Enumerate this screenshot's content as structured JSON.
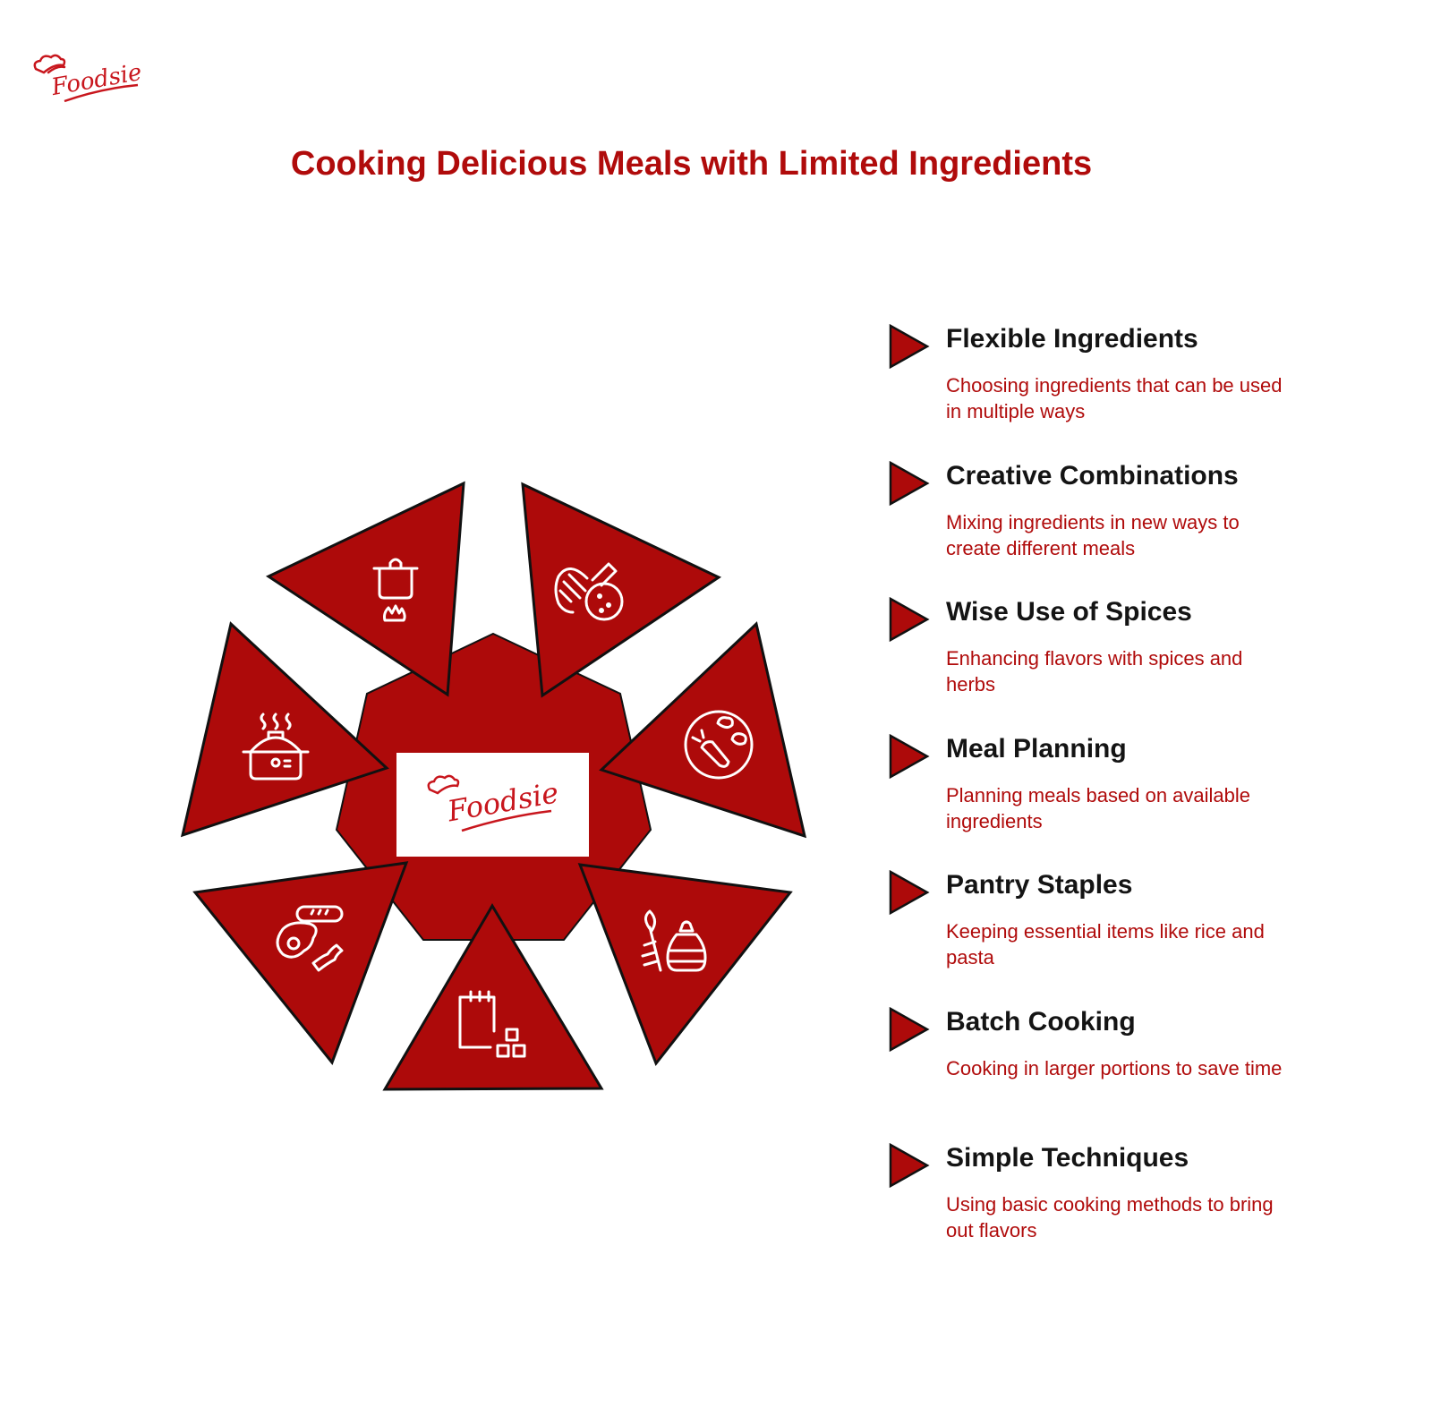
{
  "brand": {
    "name": "Foodsie",
    "color": "#b00b0b"
  },
  "title": "Cooking Delicious Meals with Limited Ingredients",
  "colors": {
    "accent": "#ad0a0a",
    "heading": "#141414",
    "description": "#b00b0b"
  },
  "segments": [
    {
      "icon": "pot-on-flame-icon"
    },
    {
      "icon": "meat-and-cookie-icon"
    },
    {
      "icon": "vegetable-plate-icon"
    },
    {
      "icon": "herbs-and-spice-jar-icon"
    },
    {
      "icon": "calendar-blocks-icon"
    },
    {
      "icon": "breakfast-egg-bacon-bread-icon"
    },
    {
      "icon": "steaming-rice-cooker-icon"
    }
  ],
  "items": [
    {
      "heading": "Flexible Ingredients",
      "description": "Choosing ingredients that can be used in multiple ways"
    },
    {
      "heading": "Creative Combinations",
      "description": "Mixing ingredients in new ways to create different meals"
    },
    {
      "heading": "Wise Use of Spices",
      "description": "Enhancing flavors with spices and herbs"
    },
    {
      "heading": "Meal Planning",
      "description": "Planning meals based on available ingredients"
    },
    {
      "heading": "Pantry Staples",
      "description": "Keeping essential items like rice and pasta"
    },
    {
      "heading": "Batch Cooking",
      "description": "Cooking in larger portions to save time"
    },
    {
      "heading": "Simple Techniques",
      "description": "Using basic cooking methods to bring out flavors"
    }
  ]
}
